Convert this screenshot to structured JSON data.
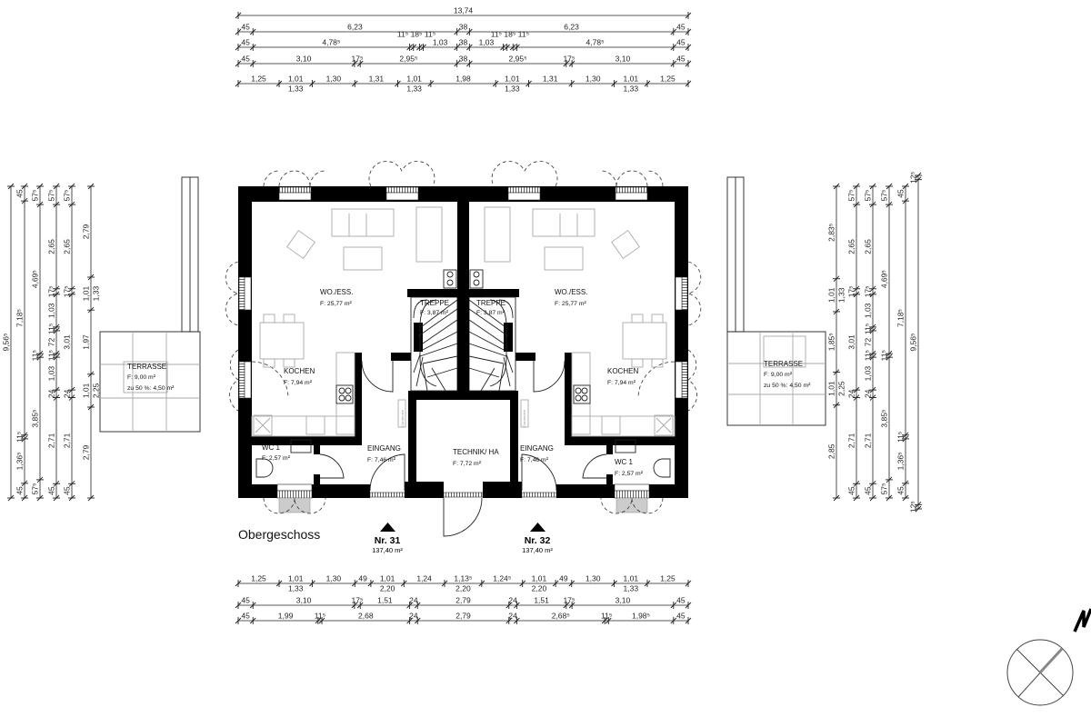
{
  "floor_label": "Obergeschoss",
  "units": [
    {
      "number": "Nr. 31",
      "area": "137,40 m²"
    },
    {
      "number": "Nr. 32",
      "area": "137,40 m²"
    }
  ],
  "rooms": {
    "left": {
      "living": {
        "name": "WO./ESS.",
        "area": "F: 25,77 m²"
      },
      "stairs": {
        "name": "TREPPE",
        "area": "F: 3,87 m²"
      },
      "kitchen": {
        "name": "KOCHEN",
        "area": "F: 7,94 m²"
      },
      "wc": {
        "name": "WC 1",
        "area": "F: 2,57 m²"
      },
      "entrance": {
        "name": "EINGANG",
        "area": "F: 7,46 m²"
      },
      "terrace": {
        "name": "TERRASSE",
        "area": "F: 9,00 m²",
        "share": "zu 50 %: 4,50 m²"
      },
      "wardrobe": "Garderobe"
    },
    "technik": {
      "name": "TECHNIK/ HA",
      "area": "F: 7,72 m²"
    },
    "right": {
      "living": {
        "name": "WO./ESS.",
        "area": "F: 25,77 m²"
      },
      "stairs": {
        "name": "TREPPE",
        "area": "F: 3,87 m²"
      },
      "kitchen": {
        "name": "KOCHEN",
        "area": "F: 7,94 m²"
      },
      "wc": {
        "name": "WC 1",
        "area": "F: 2,57 m²"
      },
      "entrance": {
        "name": "EINGANG",
        "area": "F: 7,46 m²"
      },
      "terrace": {
        "name": "TERRASSE",
        "area": "F: 9,00 m²",
        "share": "zu 50 %: 4,50 m²"
      },
      "wardrobe": "Garderobe"
    }
  },
  "dimensions": {
    "top": [
      [
        "13,74"
      ],
      [
        "45",
        "6,23",
        "38",
        "6,23",
        "45"
      ],
      [
        "45",
        "4,78⁵",
        "11⁵",
        "18⁵",
        "11⁵",
        "1,03",
        "38",
        "1,03",
        "11⁵",
        "18⁵",
        "11⁵",
        "4,78⁵",
        "45"
      ],
      [
        "45",
        "3,10",
        "17⁵",
        "2,95⁵",
        "38",
        "2,95⁵",
        "17⁵",
        "3,10",
        "45"
      ],
      [
        "1,25",
        {
          "label": "1,01",
          "sub": "1,33"
        },
        "1,30",
        "1,31",
        {
          "label": "1,01",
          "sub": "1,33"
        },
        "1,98",
        {
          "label": "1,01",
          "sub": "1,33"
        },
        "1,31",
        "1,30",
        {
          "label": "1,01",
          "sub": "1,33"
        },
        "1,25"
      ]
    ],
    "bottom": [
      [
        "1,25",
        {
          "label": "1,01",
          "sub": "1,33"
        },
        "1,30",
        "49",
        {
          "label": "1,01",
          "sub": "2,20"
        },
        "1,24",
        {
          "label": "1,13⁵",
          "sub": "2,20"
        },
        "1,24⁵",
        {
          "label": "1,01",
          "sub": "2,20"
        },
        "49",
        "1,30",
        {
          "label": "1,01",
          "sub": "1,33"
        },
        "1,25"
      ],
      [
        "45",
        "3,10",
        "17⁵",
        "1,51",
        "24",
        "2,79",
        "24",
        "1,51",
        "17⁵",
        "3,10",
        "45"
      ],
      [
        "45",
        "1,99",
        "11⁵",
        "2,68",
        "24",
        "2,79",
        "24",
        "2,68⁵",
        "11⁵",
        "1,98⁵",
        "45"
      ]
    ],
    "left": [
      [
        "9,56⁵"
      ],
      [
        "45",
        "1,36⁵",
        "11⁵",
        "7,18⁵",
        "45"
      ],
      [
        "57⁵",
        "3,85⁵",
        "11⁵",
        "4,69⁵",
        "57⁵"
      ],
      [
        "45",
        "2,71",
        "24",
        "1,03",
        "11⁵",
        "72",
        "11⁵",
        "1,03",
        "17⁵",
        "2,65",
        "57⁵"
      ],
      [
        "45",
        "2,71",
        "24",
        "3,01",
        "17⁵",
        "2,65",
        "57⁵"
      ],
      [
        "2,79",
        {
          "label": "1,01",
          "sub": "2,25"
        },
        "1,97",
        {
          "label": "1,01",
          "sub": "1,33"
        },
        "2,79"
      ]
    ],
    "right": [
      [
        "2,85",
        {
          "label": "1,01",
          "sub": "2,25"
        },
        "1,85⁵",
        {
          "label": "1,01",
          "sub": "1,33"
        },
        "2,83⁵"
      ],
      [
        "45",
        "2,71",
        "24",
        "3,01",
        "17⁵",
        "2,65",
        "57⁵"
      ],
      [
        "45",
        "2,71",
        "24",
        "1,03",
        "11⁵",
        "72",
        "11⁵",
        "1,03",
        "17⁵",
        "2,65",
        "57⁵"
      ],
      [
        "57⁵",
        "3,85⁵",
        "11⁵",
        "4,69⁵",
        "57⁵"
      ],
      [
        "45",
        "1,36⁵",
        "11⁵",
        "7,18⁵",
        "45"
      ],
      [
        "12⁵",
        "9,56⁵",
        "12⁵"
      ]
    ]
  },
  "icons": {
    "compass": "north-arrow-compass-icon",
    "unit_marker": "triangle-marker-icon"
  }
}
